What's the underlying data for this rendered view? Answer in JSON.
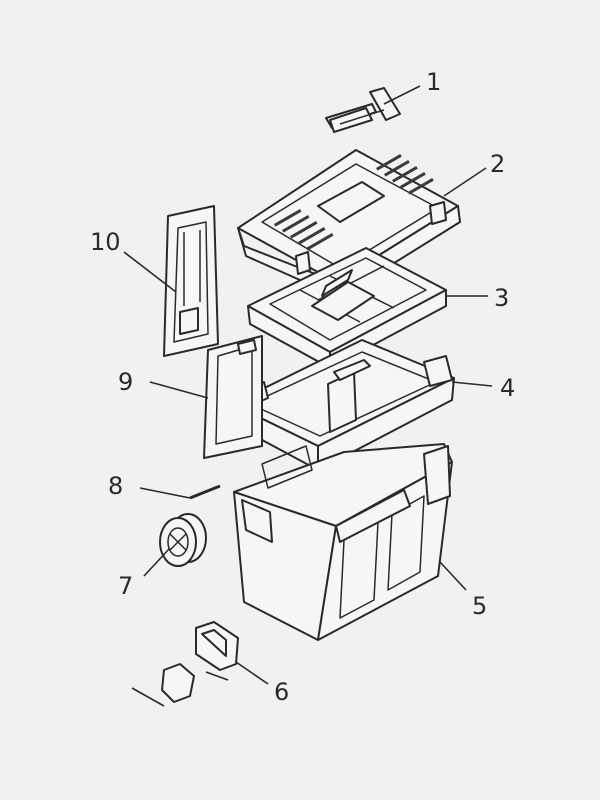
{
  "callouts": [
    {
      "id": "1",
      "label": "1"
    },
    {
      "id": "2",
      "label": "2"
    },
    {
      "id": "3",
      "label": "3"
    },
    {
      "id": "4",
      "label": "4"
    },
    {
      "id": "5",
      "label": "5"
    },
    {
      "id": "6",
      "label": "6"
    },
    {
      "id": "7",
      "label": "7"
    },
    {
      "id": "8",
      "label": "8"
    },
    {
      "id": "9",
      "label": "9"
    },
    {
      "id": "10",
      "label": "10"
    }
  ],
  "colors": {
    "background": "#f1f1ef",
    "ink": "#2a2a2a"
  }
}
